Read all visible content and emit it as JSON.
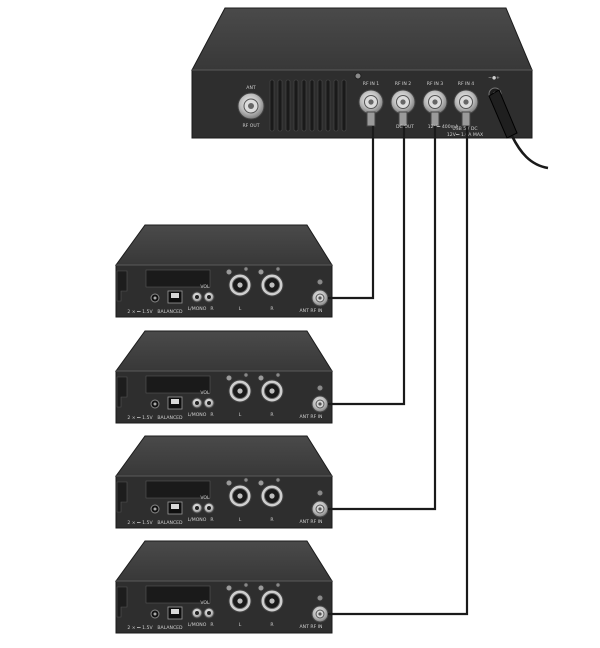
{
  "splitter": {
    "ant_label": "ANT",
    "rf_out_label": "RF OUT",
    "rf_in_labels": [
      "RF IN 1",
      "RF IN 2",
      "RF IN 3",
      "RF IN 4"
    ],
    "dc_label": "DC OUT",
    "dc_spec": "12V⎓ 400mA",
    "power_label": "USB 5V DC",
    "power_spec": "12V⎓ 1.6A MAX",
    "power_glyph": "−●+"
  },
  "receivers": [
    {
      "power_spec": "2 × ⎓ 1.5V",
      "rf_label": "ANT RF IN",
      "bal_label": "BALANCED",
      "lr_labels": [
        "L",
        "R"
      ],
      "mix_labels": [
        "L/MONO",
        "R"
      ],
      "vol_label": "VOL"
    },
    {
      "power_spec": "2 × ⎓ 1.5V",
      "rf_label": "ANT RF IN",
      "bal_label": "BALANCED",
      "lr_labels": [
        "L",
        "R"
      ],
      "mix_labels": [
        "L/MONO",
        "R"
      ],
      "vol_label": "VOL"
    },
    {
      "power_spec": "2 × ⎓ 1.5V",
      "rf_label": "ANT RF IN",
      "bal_label": "BALANCED",
      "lr_labels": [
        "L",
        "R"
      ],
      "mix_labels": [
        "L/MONO",
        "R"
      ],
      "vol_label": "VOL"
    },
    {
      "power_spec": "2 × ⎓ 1.5V",
      "rf_label": "ANT RF IN",
      "bal_label": "BALANCED",
      "lr_labels": [
        "L",
        "R"
      ],
      "mix_labels": [
        "L/MONO",
        "R"
      ],
      "vol_label": "VOL"
    }
  ],
  "colors": {
    "device_top": "#3f3f3f",
    "device_face": "#2f2f2f",
    "device_edge": "#1c1c1c",
    "connector_metal": "#c9c9c9",
    "cable": "#1a1a1a",
    "background": "#ffffff"
  },
  "icons": [
    "bnc-connector-icon",
    "xlr-combo-jack-icon",
    "rj45-port-icon",
    "dc-power-jack-icon",
    "headphone-jack-icon"
  ]
}
